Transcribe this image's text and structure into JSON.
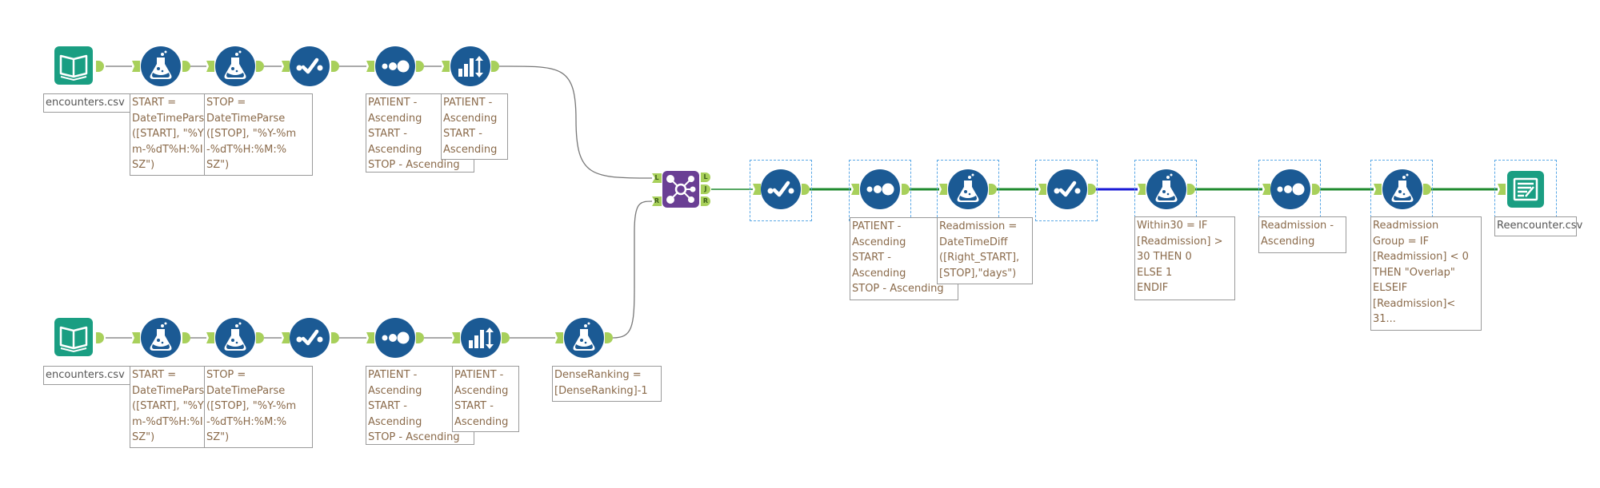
{
  "canvas": {
    "colors": {
      "tool_blue": "#1b5a94",
      "io_teal": "#1a9e82",
      "join_purple": "#6a3f94",
      "anchor_green": "#a8d05b",
      "connection_gray": "#777777",
      "connection_green": "#1f8a2e",
      "connection_blue": "#1a1ad6",
      "selection_dash": "#5aa8e6"
    }
  },
  "top_row": {
    "input": {
      "icon": "book-open-icon",
      "label": "encounters.csv"
    },
    "formula1": {
      "icon": "flask-icon",
      "label": "START =\nDateTimePars\n([START], \"%Y\nm-%dT%H:%I\nSZ\")"
    },
    "formula2": {
      "icon": "flask-icon",
      "label": "STOP =\nDateTimeParse\n([STOP], \"%Y-%m\n-%dT%H:%M:%\nSZ\")"
    },
    "select": {
      "icon": "check-icon"
    },
    "sort": {
      "icon": "dots-icon",
      "label": "PATIENT -\nAscending\nSTART -\nAscending\nSTOP - Ascending"
    },
    "tile": {
      "icon": "bar-chart-sort-icon",
      "label": "PATIENT -\nAscending\nSTART -\nAscending"
    }
  },
  "bottom_row": {
    "input": {
      "icon": "book-open-icon",
      "label": "encounters.csv"
    },
    "formula1": {
      "icon": "flask-icon",
      "label": "START =\nDateTimePars\n([START], \"%Y\nm-%dT%H:%I\nSZ\")"
    },
    "formula2": {
      "icon": "flask-icon",
      "label": "STOP =\nDateTimeParse\n([STOP], \"%Y-%m\n-%dT%H:%M:%\nSZ\")"
    },
    "select": {
      "icon": "check-icon"
    },
    "sort": {
      "icon": "dots-icon",
      "label": "PATIENT -\nAscending\nSTART -\nAscending\nSTOP - Ascending"
    },
    "tile": {
      "icon": "bar-chart-sort-icon",
      "label": "PATIENT -\nAscending\nSTART -\nAscending"
    },
    "formula3": {
      "icon": "flask-icon",
      "label": "DenseRanking =\n[DenseRanking]-1"
    }
  },
  "join": {
    "icon": "join-icon",
    "anchors_in": [
      "L",
      "R"
    ],
    "anchors_out": [
      "L",
      "J",
      "R"
    ]
  },
  "main_row": {
    "select1": {
      "icon": "check-icon"
    },
    "sort1": {
      "icon": "dots-icon",
      "label": "PATIENT -\nAscending\nSTART -\nAscending\nSTOP - Ascending"
    },
    "formula1": {
      "icon": "flask-icon",
      "label": "Readmission =\nDateTimeDiff\n([Right_START],\n[STOP],\"days\")"
    },
    "select2": {
      "icon": "check-icon"
    },
    "formula2": {
      "icon": "flask-icon",
      "label": "Within30 = IF\n[Readmission] >\n30 THEN 0\nELSE 1\nENDIF"
    },
    "sort2": {
      "icon": "dots-icon",
      "label": "Readmission -\nAscending"
    },
    "formula3": {
      "icon": "flask-icon",
      "label": "Readmission\nGroup = IF\n[Readmission] < 0\nTHEN \"Overlap\"\nELSEIF\n[Readmission]<\n31..."
    },
    "output": {
      "icon": "output-file-icon",
      "label": "Reencounter.csv"
    }
  }
}
